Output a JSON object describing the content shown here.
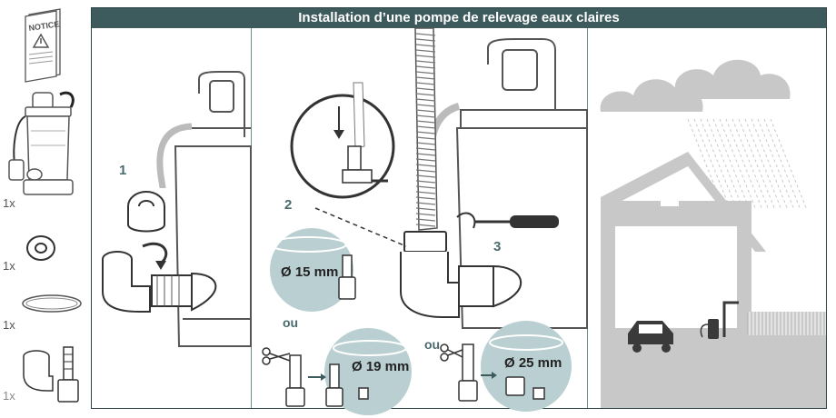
{
  "title": "Installation d’une pompe de relevage eaux claires",
  "notice_label": "NOTICE",
  "sidebar": {
    "quantities": [
      "1x",
      "1x",
      "1x",
      "1x"
    ]
  },
  "steps": [
    "1",
    "2",
    "3"
  ],
  "diameters": [
    "Ø 15 mm",
    "Ø 19 mm",
    "Ø 25 mm"
  ],
  "or_label": "ou",
  "colors": {
    "header": "#3d5a5c",
    "circle_bg": "#b9cfd1",
    "house_gray": "#c8c8c8",
    "step_text": "#4a6a6e"
  }
}
